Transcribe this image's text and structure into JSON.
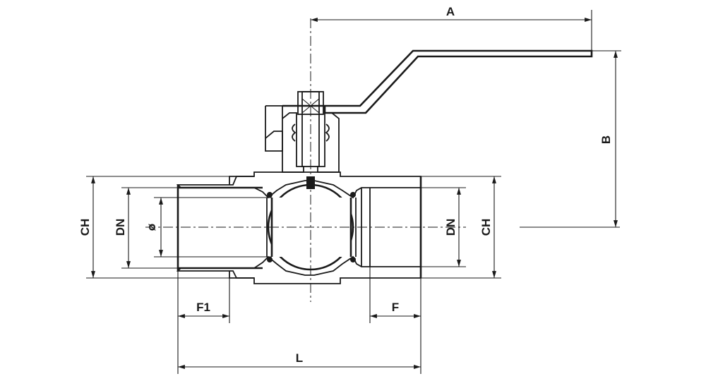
{
  "dimensions": {
    "A": "A",
    "B": "B",
    "CH_left": "CH",
    "CH_right": "CH",
    "DN_left": "DN",
    "DN_right": "DN",
    "phi": "ø",
    "F1": "F1",
    "F": "F",
    "L": "L"
  }
}
